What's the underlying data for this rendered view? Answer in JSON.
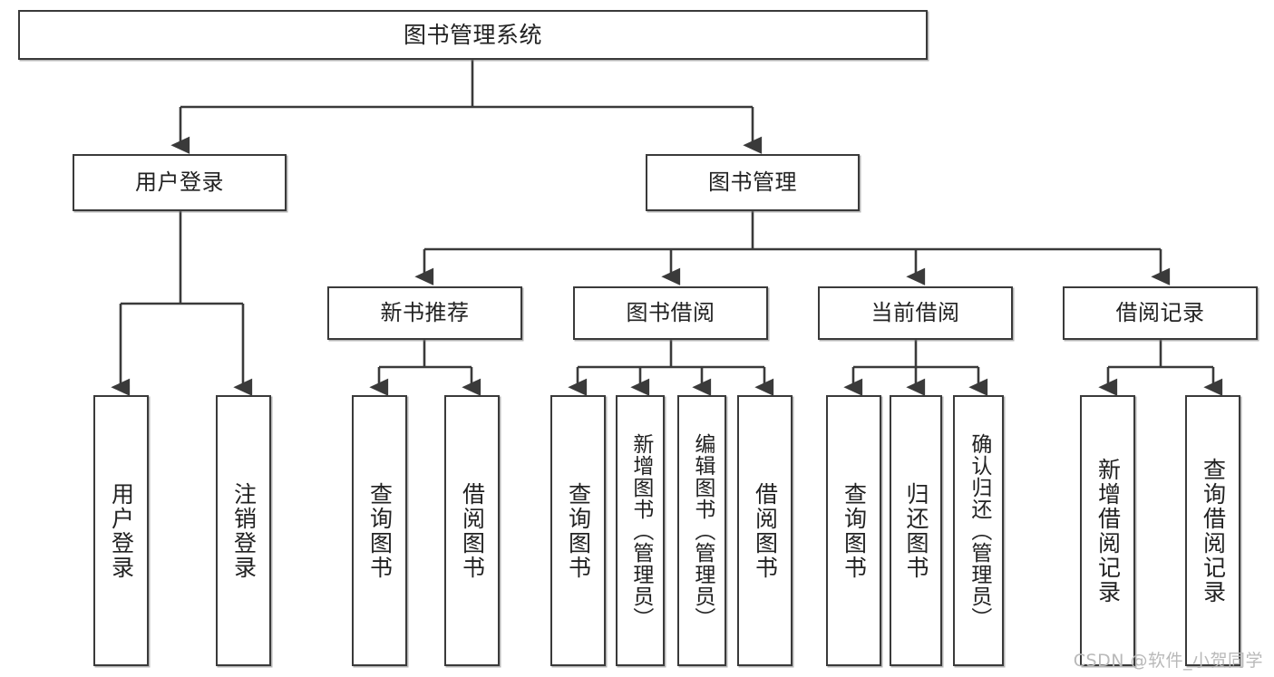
{
  "diagram": {
    "title": "图书管理系统",
    "type": "tree",
    "orientation": "top-down",
    "line_color": "#3a3a3a",
    "box_fill": "#ffffff",
    "text_color": "#222222",
    "watermark": "CSDN @软件_小贺同学",
    "nodes": {
      "root": {
        "label": "图书管理系统"
      },
      "level2": [
        {
          "label": "用户登录"
        },
        {
          "label": "图书管理"
        }
      ],
      "level3": [
        {
          "label": "新书推荐"
        },
        {
          "label": "图书借阅"
        },
        {
          "label": "当前借阅"
        },
        {
          "label": "借阅记录"
        }
      ],
      "leaves_user_login": [
        {
          "label": "用户登录"
        },
        {
          "label": "注销登录"
        }
      ],
      "leaves_new_book": [
        {
          "label": "查询图书"
        },
        {
          "label": "借阅图书"
        }
      ],
      "leaves_borrow": [
        {
          "label": "查询图书"
        },
        {
          "label": "新增图书（管理员）"
        },
        {
          "label": "编辑图书（管理员）"
        },
        {
          "label": "借阅图书"
        }
      ],
      "leaves_current": [
        {
          "label": "查询图书"
        },
        {
          "label": "归还图书"
        },
        {
          "label": "确认归还（管理员）"
        }
      ],
      "leaves_records": [
        {
          "label": "新增借阅记录"
        },
        {
          "label": "查询借阅记录"
        }
      ]
    }
  }
}
